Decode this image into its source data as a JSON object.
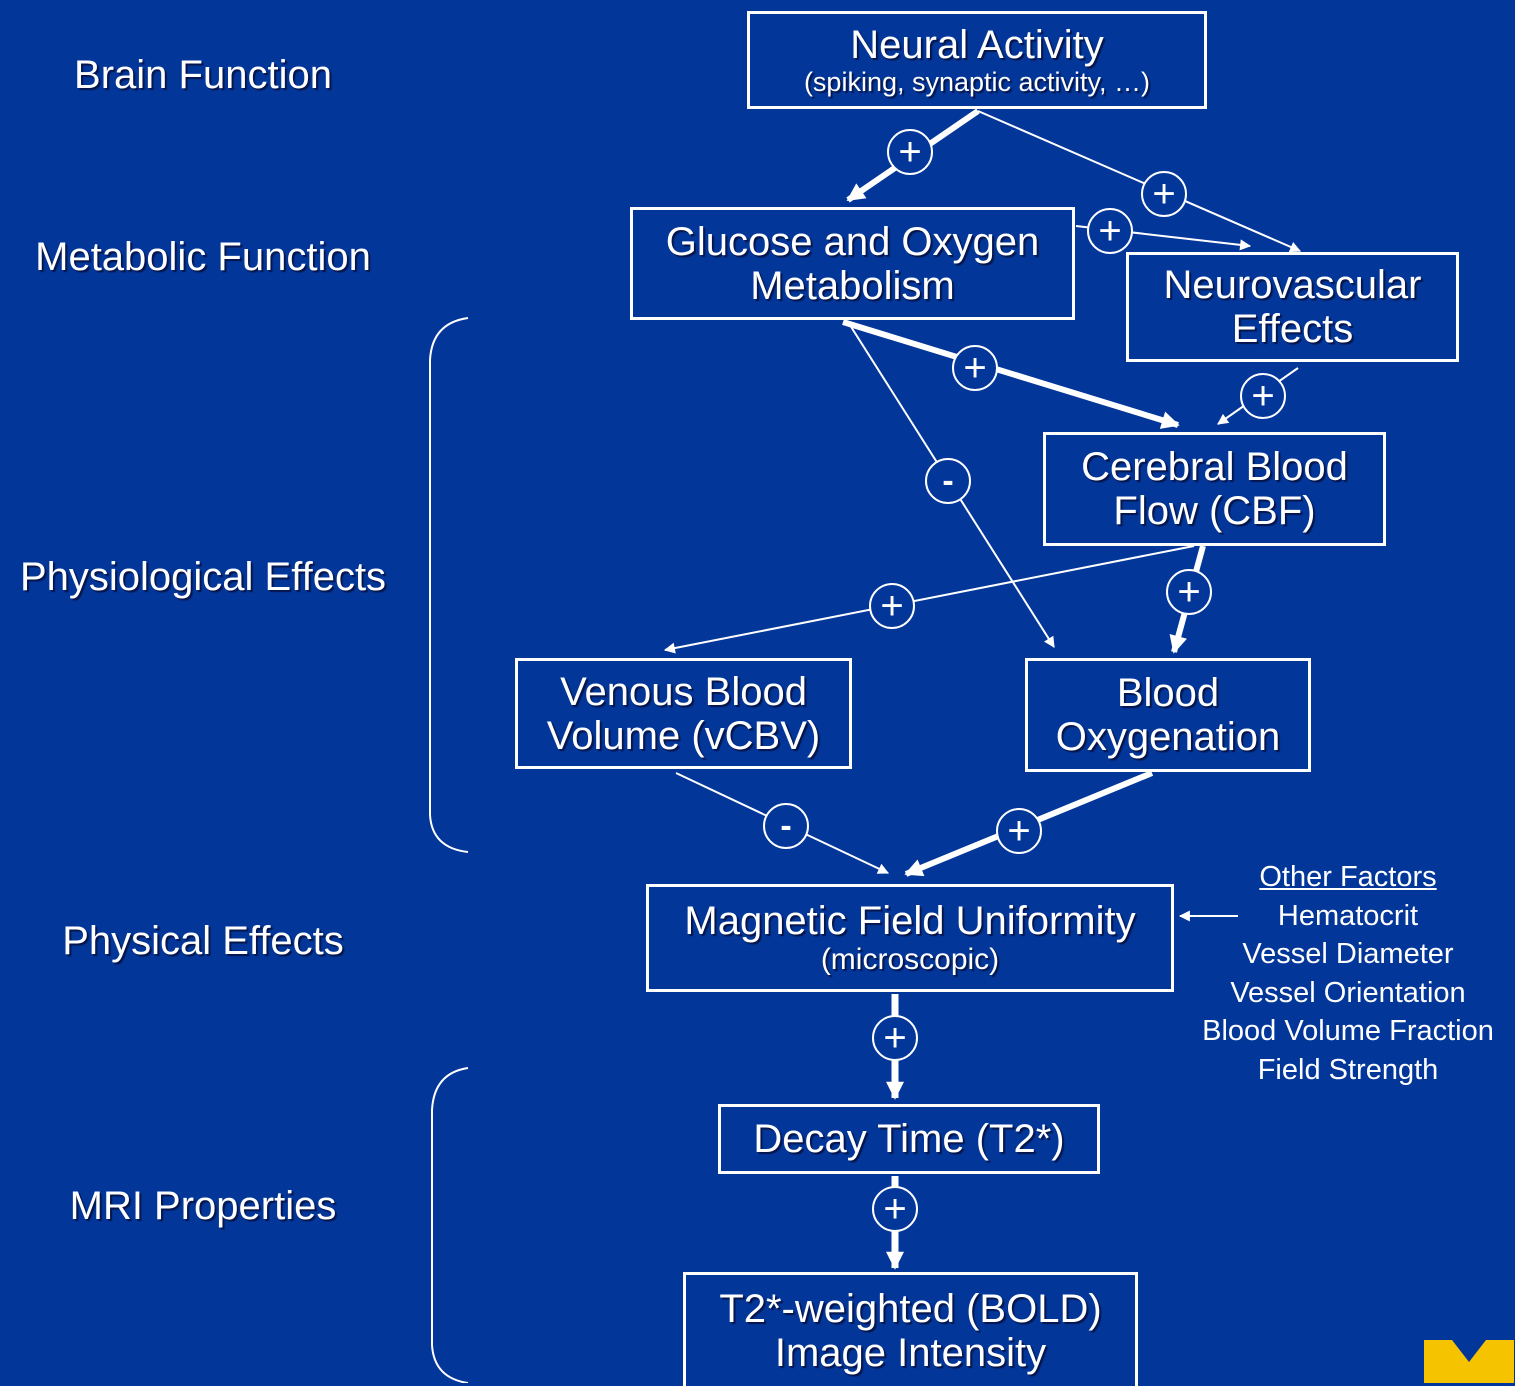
{
  "levels": {
    "brain": "Brain Function",
    "metabolic": "Metabolic Function",
    "physiological": "Physiological Effects",
    "physical": "Physical Effects",
    "mri": "MRI Properties"
  },
  "boxes": {
    "neural": {
      "title": "Neural Activity",
      "sub": "(spiking, synaptic activity, …)"
    },
    "glucose": {
      "line1": "Glucose and Oxygen",
      "line2": "Metabolism"
    },
    "neurovascular": {
      "line1": "Neurovascular",
      "line2": "Effects"
    },
    "cbf": {
      "line1": "Cerebral Blood",
      "line2": "Flow (CBF)"
    },
    "venous": {
      "line1": "Venous Blood",
      "line2": "Volume (vCBV)"
    },
    "oxygenation": {
      "line1": "Blood",
      "line2": "Oxygenation"
    },
    "magnetic": {
      "title": "Magnetic Field Uniformity",
      "sub": "(microscopic)"
    },
    "decay": {
      "title": "Decay Time (T2*)"
    },
    "bold": {
      "line1": "T2*-weighted (BOLD)",
      "line2": "Image Intensity"
    }
  },
  "signs": {
    "plus": "+",
    "minus": "-"
  },
  "other_factors": {
    "header": "Other Factors",
    "items": [
      "Hematocrit",
      "Vessel Diameter",
      "Vessel Orientation",
      "Blood Volume Fraction",
      "Field Strength"
    ]
  },
  "colors": {
    "background": "#033699",
    "foreground": "#ffffff",
    "logo": "#f5c300"
  }
}
